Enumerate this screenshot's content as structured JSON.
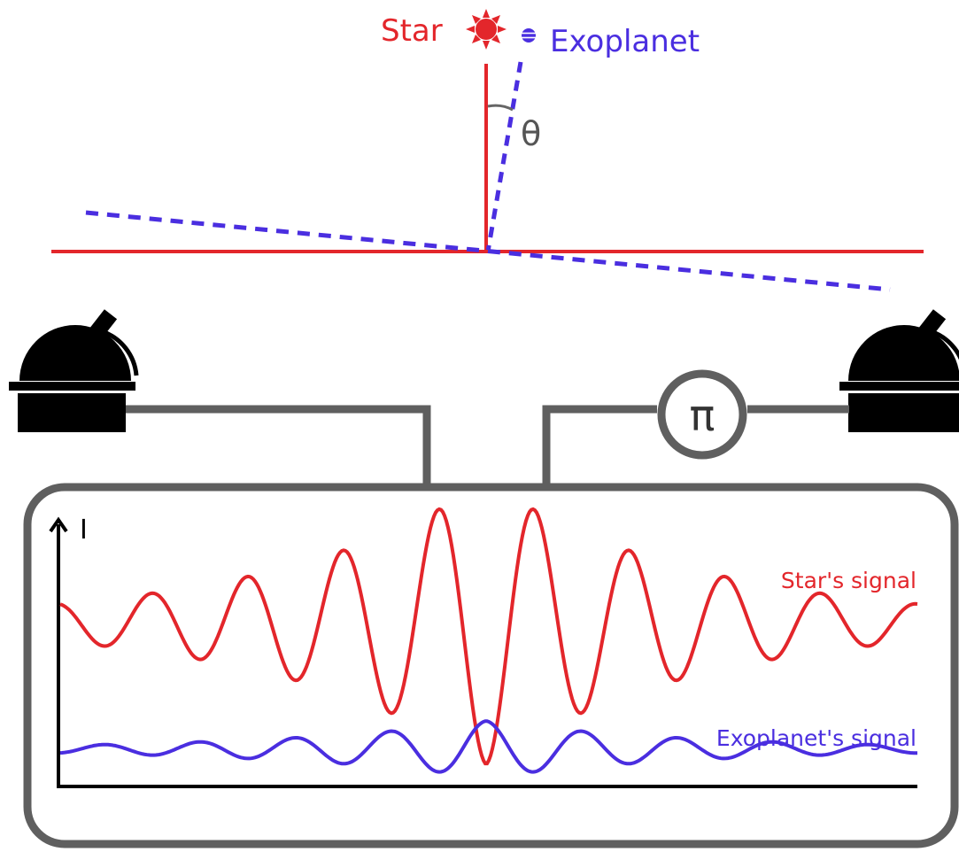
{
  "labels": {
    "star": "Star",
    "exoplanet": "Exoplanet",
    "theta": "θ",
    "phase_shift": "π",
    "intensity_axis": "I",
    "star_signal": "Star's signal",
    "exoplanet_signal": "Exoplanet's signal"
  },
  "colors": {
    "star": "#e3262b",
    "exoplanet": "#4a2ee0",
    "cable": "#5f5f5f",
    "telescope": "#000000",
    "axis": "#000000"
  },
  "icons": {
    "star_symbol": "sun-icon",
    "planet_symbol": "planet-icon",
    "left_telescope": "observatory-dome-icon",
    "right_telescope": "observatory-dome-icon",
    "phase_shifter": "pi-phase-shifter-icon"
  }
}
